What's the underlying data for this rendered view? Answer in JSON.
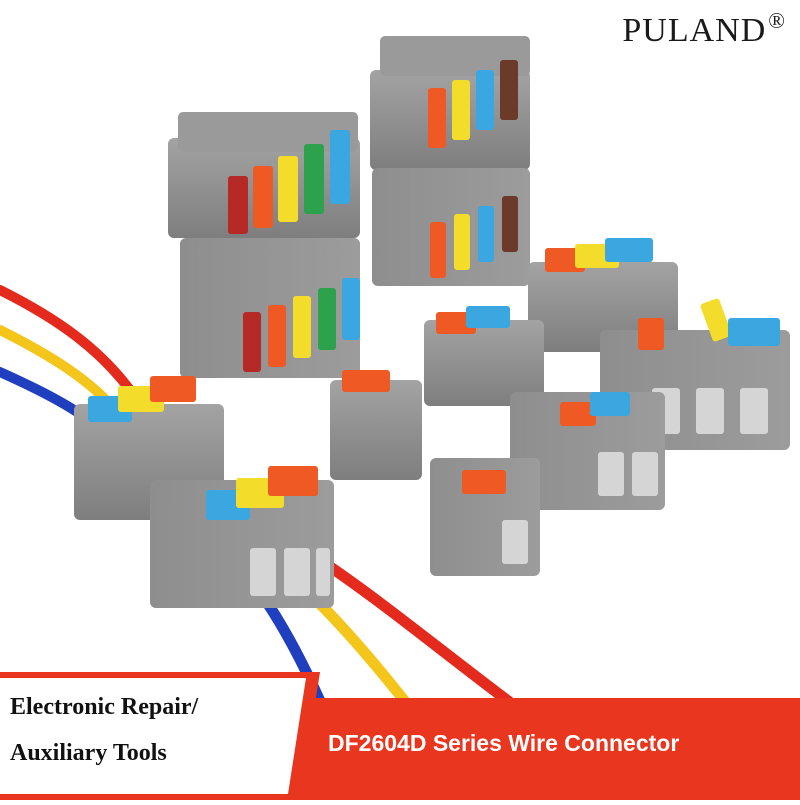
{
  "brand": {
    "name": "PULAND",
    "mark": "®"
  },
  "banner": {
    "left_line1": "Electronic Repair/",
    "left_line2": "Auxiliary Tools",
    "right_text": "DF2604D Series Wire Connector",
    "colors": {
      "left_bg": "#ffffff",
      "right_bg": "#e8361f",
      "left_text": "#111111",
      "right_text": "#ffffff"
    }
  },
  "product": {
    "body_color": "#8f8f8f",
    "lever_colors": [
      "#b52a26",
      "#ef5a24",
      "#f4dc2b",
      "#2da14b",
      "#3ba7e0",
      "#6b3a28"
    ],
    "wire_colors": [
      "#e32a1c",
      "#f4c51a",
      "#1f3fbf"
    ]
  }
}
